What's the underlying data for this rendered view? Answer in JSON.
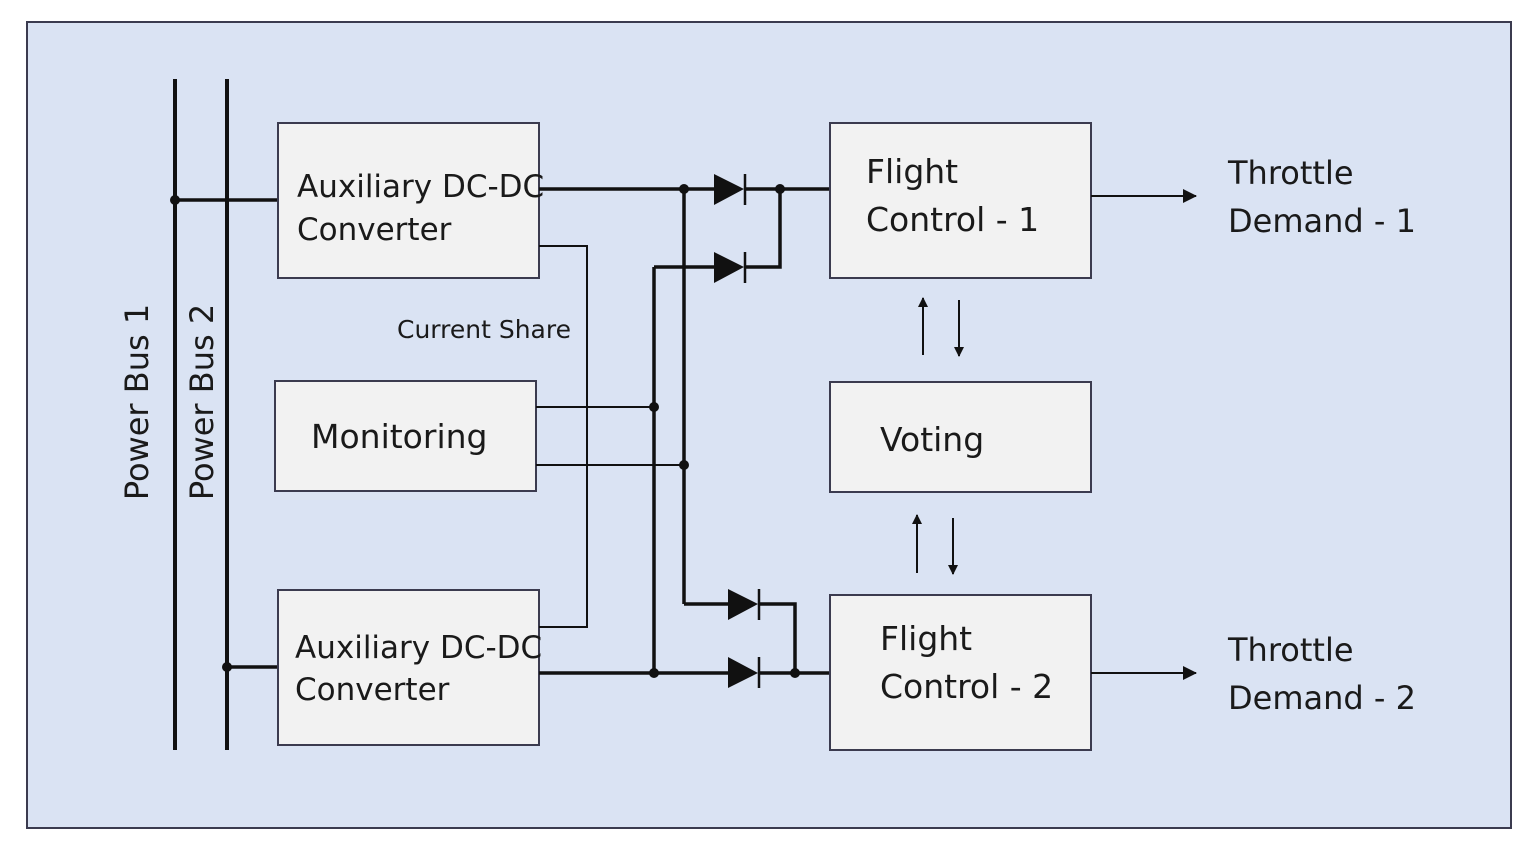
{
  "power_bus_1_label": "Power Bus 1",
  "power_bus_2_label": "Power Bus 2",
  "converter_1": {
    "line1": "Auxiliary DC-DC",
    "line2": "Converter"
  },
  "converter_2": {
    "line1": "Auxiliary DC-DC",
    "line2": "Converter"
  },
  "monitoring_label": "Monitoring",
  "current_share_label": "Current Share",
  "flight_control_1": {
    "line1": "Flight",
    "line2": "Control - 1"
  },
  "flight_control_2": {
    "line1": "Flight",
    "line2": "Control - 2"
  },
  "voting_label": "Voting",
  "throttle_demand_1": {
    "line1": "Throttle",
    "line2": "Demand - 1"
  },
  "throttle_demand_2": {
    "line1": "Throttle",
    "line2": "Demand - 2"
  },
  "colors": {
    "panel_background": "#dae3f3",
    "panel_border": "#3b3b4f",
    "box_fill": "#f2f2f2",
    "wire": "#111111"
  }
}
